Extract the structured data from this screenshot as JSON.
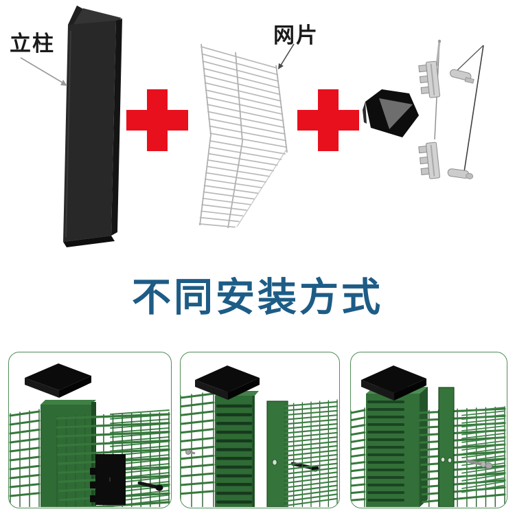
{
  "top": {
    "post_label": "立柱",
    "mesh_label": "网片",
    "plus_symbol": "+",
    "colors": {
      "plus_red": "#e8101c",
      "label_black": "#1a1a1a",
      "post_black": "#262626",
      "wire_gray": "#b9b9b9",
      "hardware_gray": "#c9c9c9",
      "cap_black": "#0d0d0d"
    }
  },
  "title": {
    "text": "不同安装方式",
    "color": "#1d5c86"
  },
  "panels": {
    "border_color": "#4f8d58",
    "fence_green": "#36783b",
    "post_green": "#2f6b35",
    "cap_black": "#0b0b0b",
    "items": [
      {
        "illustration": "fence-post-with-black-clamp-plate-and-bolt"
      },
      {
        "illustration": "fence-post-with-flat-bar-hole-and-black-bolt"
      },
      {
        "illustration": "fence-square-post-with-flat-bar-and-gray-bolt"
      }
    ]
  }
}
